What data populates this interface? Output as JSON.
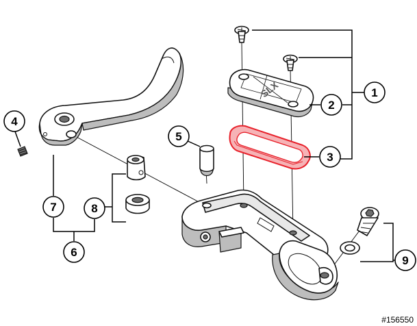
{
  "callouts": [
    {
      "id": "1",
      "label": "1"
    },
    {
      "id": "2",
      "label": "2"
    },
    {
      "id": "3",
      "label": "3"
    },
    {
      "id": "4",
      "label": "4"
    },
    {
      "id": "5",
      "label": "5"
    },
    {
      "id": "6",
      "label": "6"
    },
    {
      "id": "7",
      "label": "7"
    },
    {
      "id": "8",
      "label": "8"
    },
    {
      "id": "9",
      "label": "9"
    }
  ],
  "cover_lettering": "SLX",
  "highlight_color": "#e8202a",
  "watermark": "#156550"
}
